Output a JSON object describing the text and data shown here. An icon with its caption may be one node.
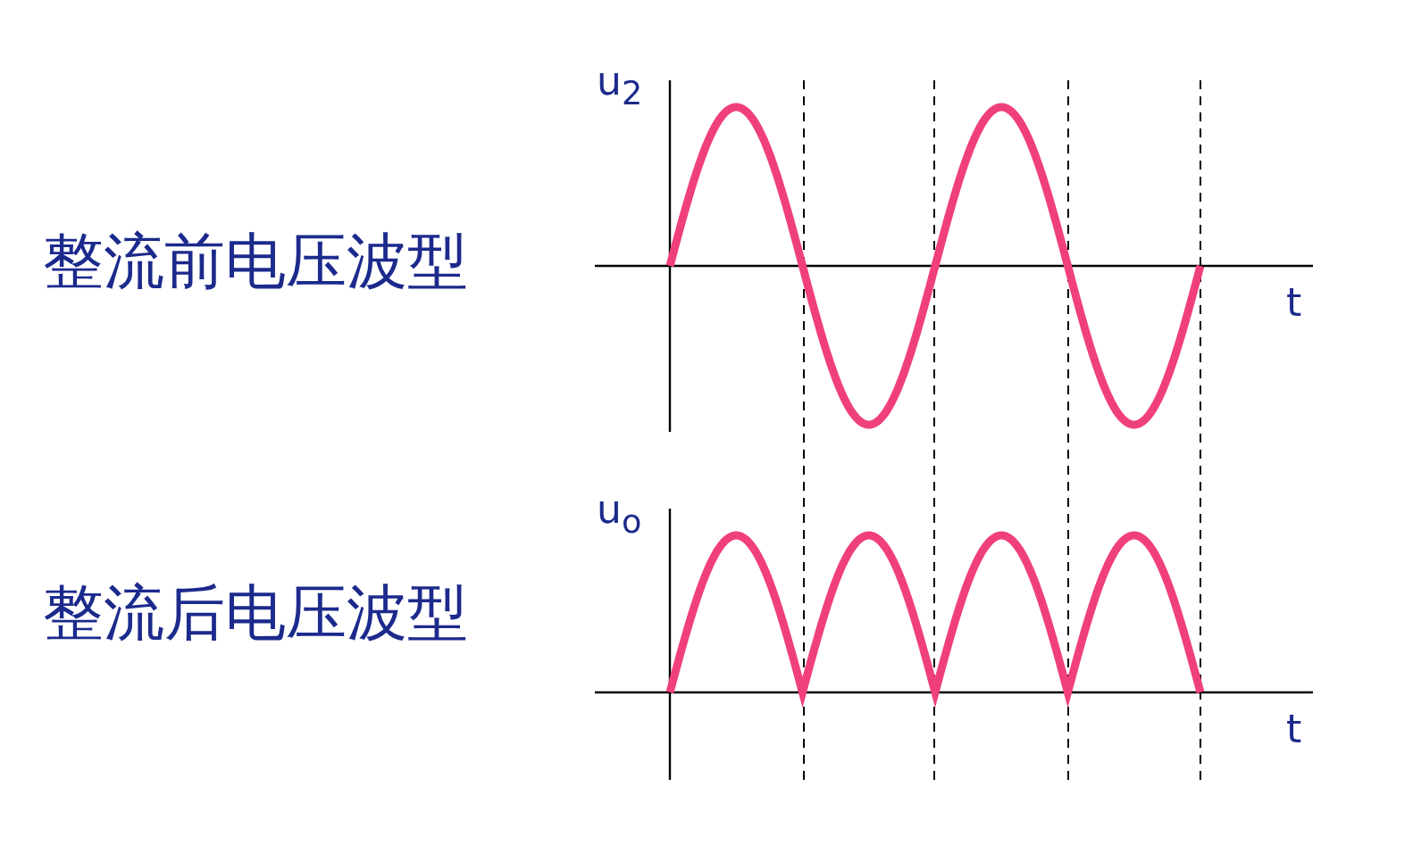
{
  "diagram": {
    "labels": [
      "u$_{2}$",
      "整流前电压波型",
      "t",
      "u$_{o}$",
      "整流后电压波型",
      "t"
    ]
  }
}
